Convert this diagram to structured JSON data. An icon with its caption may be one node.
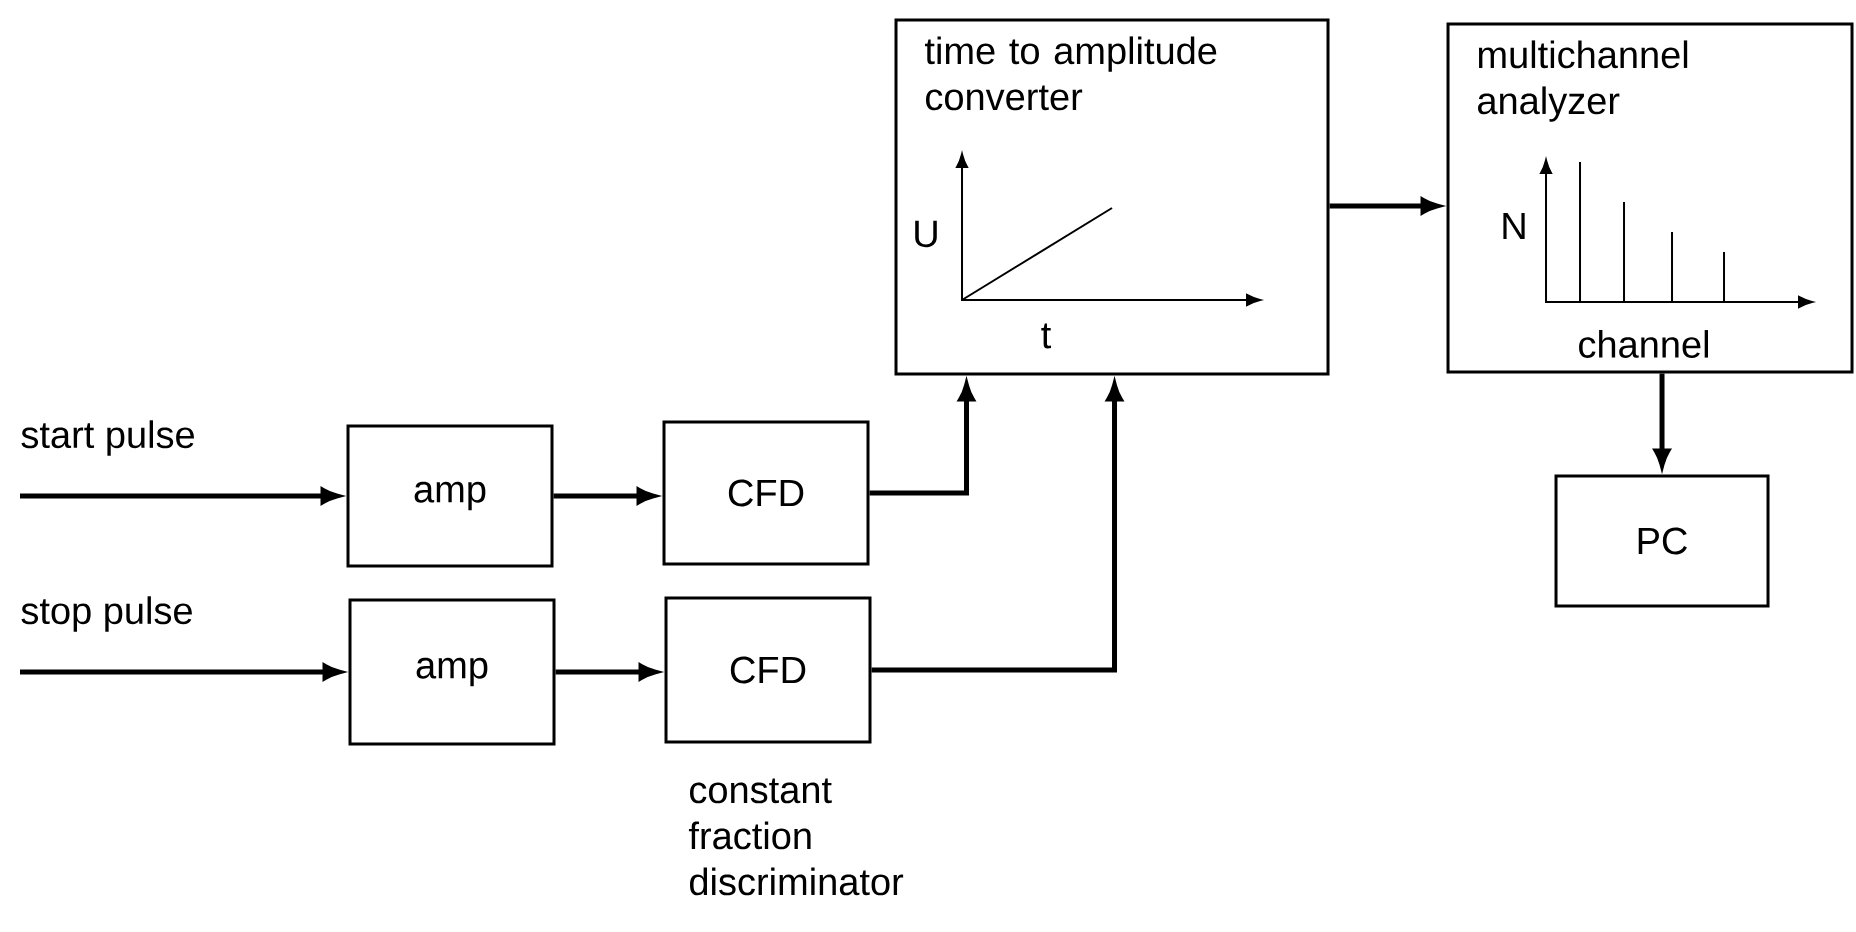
{
  "diagram": {
    "nodes": [
      {
        "text": [
          "amp"
        ]
      },
      {
        "text": [
          "CFD"
        ]
      },
      {
        "text": [
          "amp"
        ]
      },
      {
        "text": [
          "CFD"
        ],
        "beside": [
          "constant fraction discriminator"
        ]
      },
      {
        "text": [
          "time to amplitude converter",
          "U",
          "t"
        ]
      },
      {
        "text": [
          "multichannel analyzer",
          "N",
          "channel"
        ]
      },
      {
        "text": [
          "PC"
        ]
      }
    ],
    "edges": [
      {
        "from": null,
        "to": 0,
        "arrow": "to",
        "label": "start pulse"
      },
      {
        "from": 0,
        "to": 1,
        "arrow": "to"
      },
      {
        "from": null,
        "to": 2,
        "arrow": "to",
        "label": "stop pulse"
      },
      {
        "from": 2,
        "to": 3,
        "arrow": "to"
      },
      {
        "from": 1,
        "to": 4,
        "arrow": "to"
      },
      {
        "from": 3,
        "to": 4,
        "arrow": "to"
      },
      {
        "from": 4,
        "to": 5,
        "arrow": "to"
      },
      {
        "from": 5,
        "to": 6,
        "arrow": "to"
      }
    ]
  }
}
